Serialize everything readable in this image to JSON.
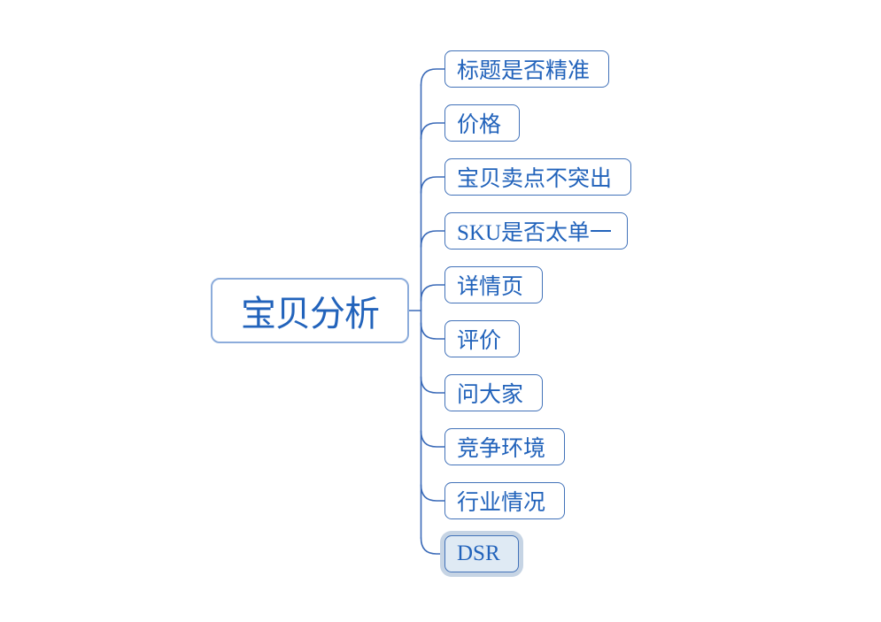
{
  "diagram": {
    "type": "mindmap",
    "root": {
      "label": "宝贝分析"
    },
    "children": [
      {
        "label": "标题是否精准",
        "selected": false
      },
      {
        "label": "价格",
        "selected": false
      },
      {
        "label": "宝贝卖点不突出",
        "selected": false
      },
      {
        "label": "SKU是否太单一",
        "selected": false
      },
      {
        "label": "详情页",
        "selected": false
      },
      {
        "label": "评价",
        "selected": false
      },
      {
        "label": "问大家",
        "selected": false
      },
      {
        "label": "竞争环境",
        "selected": false
      },
      {
        "label": "行业情况",
        "selected": false
      },
      {
        "label": "DSR",
        "selected": true
      }
    ],
    "colors": {
      "node_border": "#4272b9",
      "root_border": "#8cacdb",
      "text": "#2263bb",
      "connector": "#3a6ab8",
      "selected_fill": "#dfeaf4",
      "selected_halo": "#c6d4e4"
    }
  }
}
